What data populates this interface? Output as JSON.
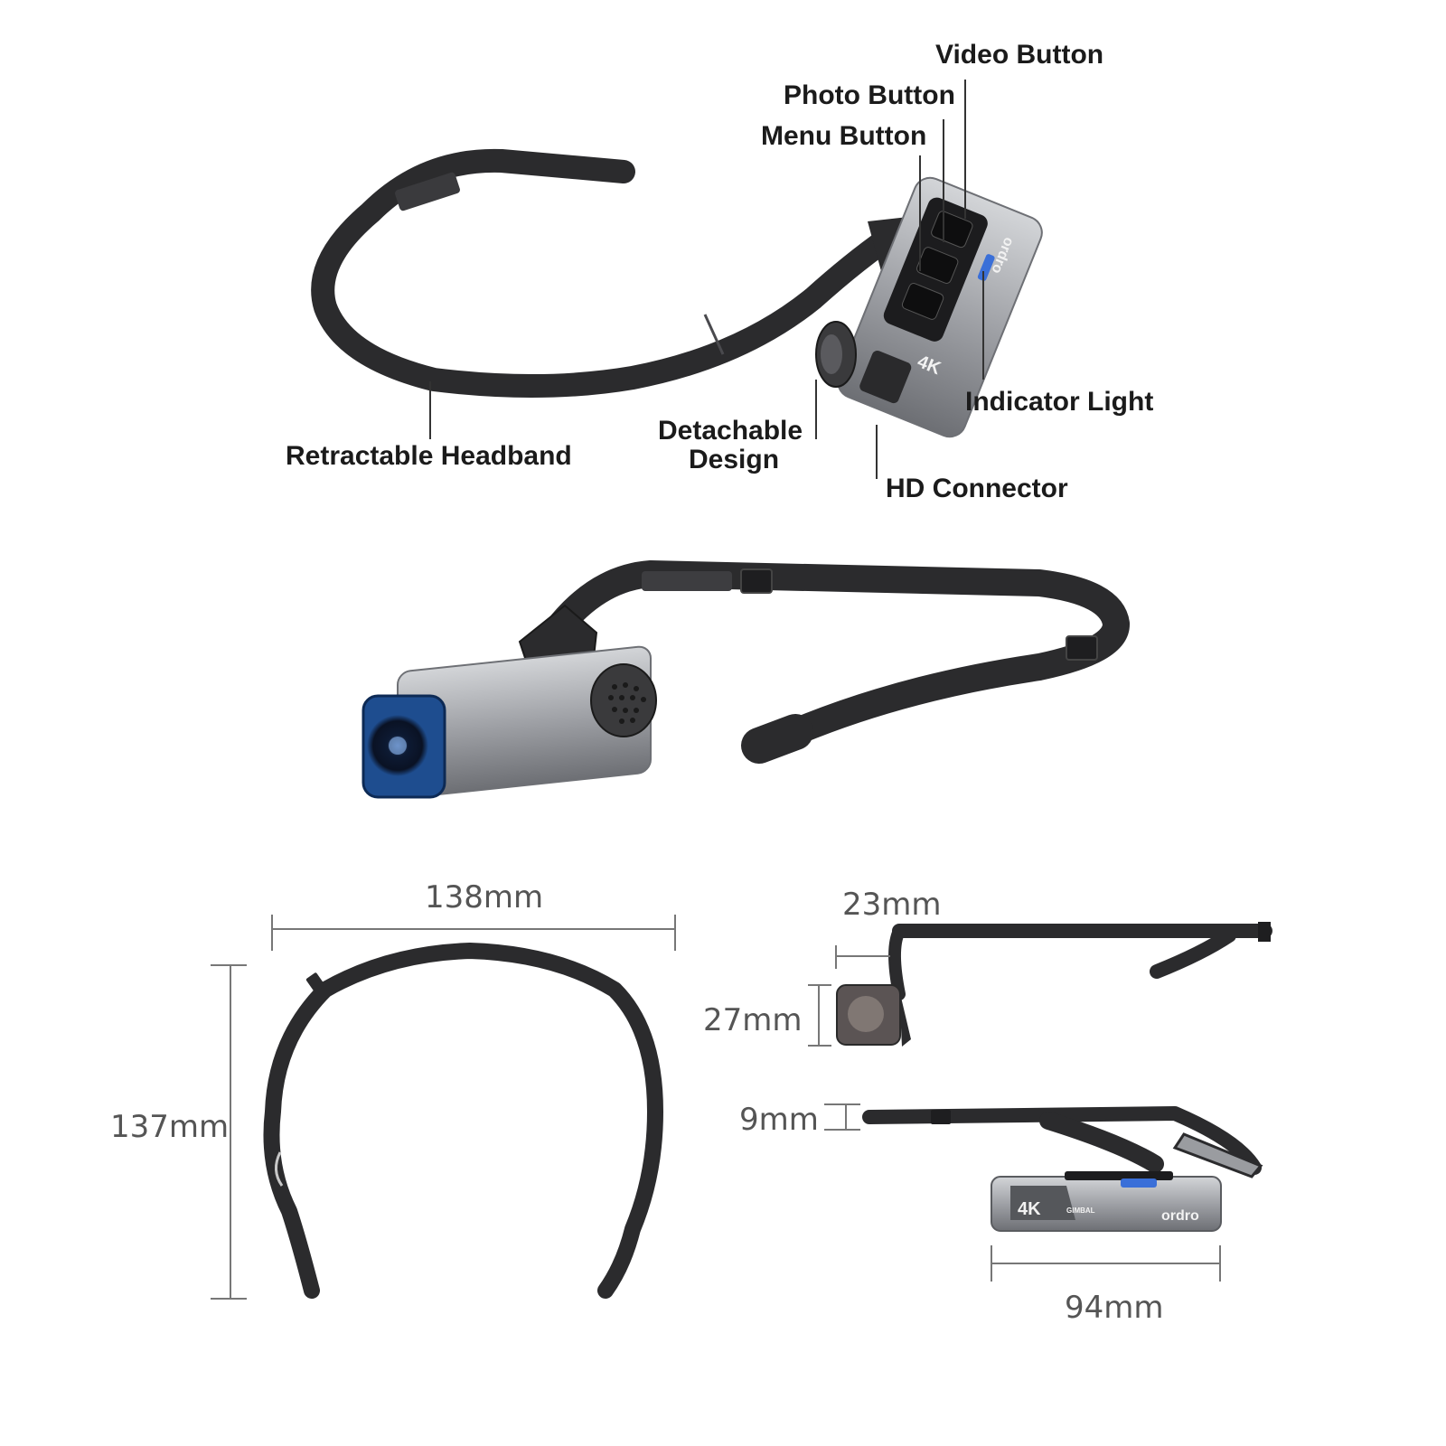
{
  "callouts": {
    "video_button": "Video Button",
    "photo_button": "Photo Button",
    "menu_button": "Menu Button",
    "indicator_light": "Indicator Light",
    "retractable_headband": "Retractable Headband",
    "detachable_design_line1": "Detachable",
    "detachable_design_line2": "Design",
    "hd_connector": "HD Connector"
  },
  "dimensions": {
    "headband_width": "138mm",
    "headband_height": "137mm",
    "camera_offset": "23mm",
    "camera_height": "27mm",
    "band_thickness": "9mm",
    "camera_length": "94mm"
  },
  "product_markings": {
    "resolution_badge": "4K",
    "gimbal_text": "GIMBAL",
    "brand_logo": "ordro"
  },
  "colors": {
    "band": "#2b2b2d",
    "camera_body": "#a7a9ad",
    "lens_ring": "#1e4d8f",
    "indicator": "#3a6fd8"
  }
}
